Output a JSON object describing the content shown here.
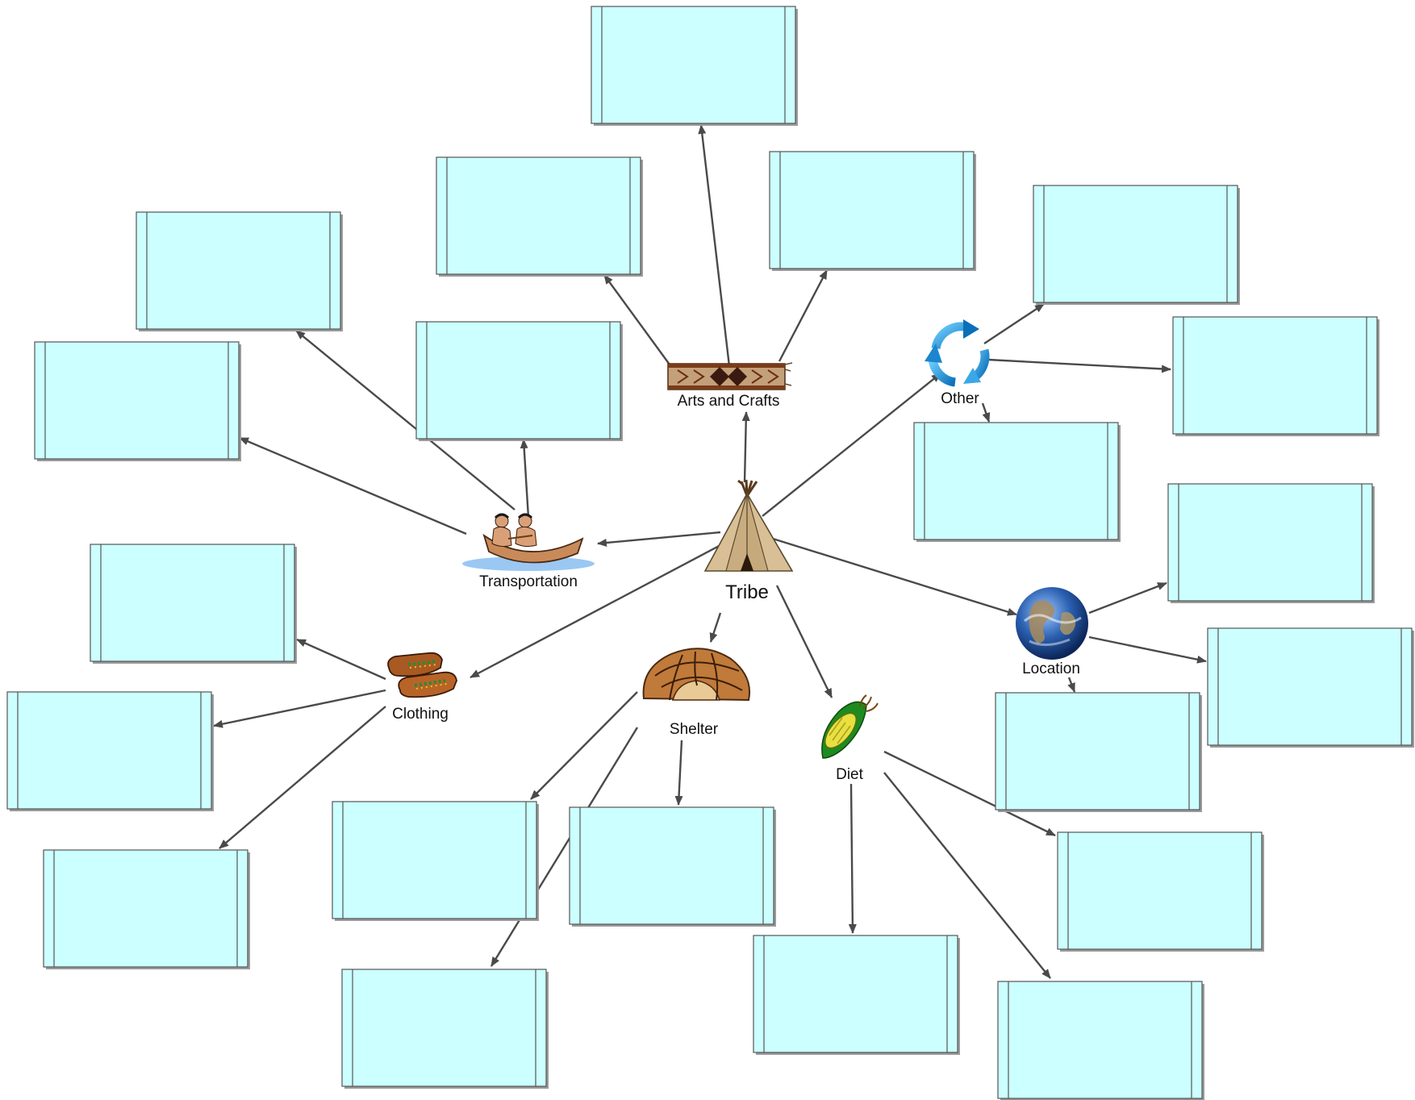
{
  "hub": {
    "label": "Tribe",
    "icon": "tipi-icon"
  },
  "nodes": [
    {
      "id": "arts",
      "label": "Arts and Crafts",
      "icon": "woven-rug-icon"
    },
    {
      "id": "other",
      "label": "Other",
      "icon": "recycle-arrows-icon"
    },
    {
      "id": "location",
      "label": "Location",
      "icon": "globe-icon"
    },
    {
      "id": "diet",
      "label": "Diet",
      "icon": "corn-icon"
    },
    {
      "id": "shelter",
      "label": "Shelter",
      "icon": "wigwam-icon"
    },
    {
      "id": "clothing",
      "label": "Clothing",
      "icon": "moccasins-icon"
    },
    {
      "id": "transportation",
      "label": "Transportation",
      "icon": "canoe-icon"
    }
  ],
  "answer_boxes": [
    {
      "branch": "arts",
      "text": ""
    },
    {
      "branch": "arts",
      "text": ""
    },
    {
      "branch": "arts",
      "text": ""
    },
    {
      "branch": "other",
      "text": ""
    },
    {
      "branch": "other",
      "text": ""
    },
    {
      "branch": "other",
      "text": ""
    },
    {
      "branch": "location",
      "text": ""
    },
    {
      "branch": "location",
      "text": ""
    },
    {
      "branch": "location",
      "text": ""
    },
    {
      "branch": "diet",
      "text": ""
    },
    {
      "branch": "diet",
      "text": ""
    },
    {
      "branch": "diet",
      "text": ""
    },
    {
      "branch": "shelter",
      "text": ""
    },
    {
      "branch": "shelter",
      "text": ""
    },
    {
      "branch": "shelter",
      "text": ""
    },
    {
      "branch": "clothing",
      "text": ""
    },
    {
      "branch": "clothing",
      "text": ""
    },
    {
      "branch": "clothing",
      "text": ""
    },
    {
      "branch": "transportation",
      "text": ""
    },
    {
      "branch": "transportation",
      "text": ""
    },
    {
      "branch": "transportation",
      "text": ""
    }
  ],
  "colors": {
    "box_fill": "#ccffff",
    "box_border": "#555555",
    "edge": "#4a4a4a"
  }
}
